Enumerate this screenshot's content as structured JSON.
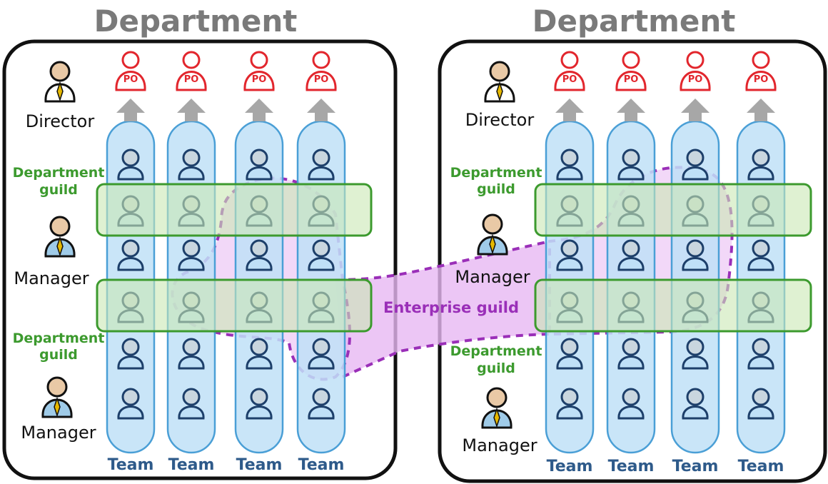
{
  "departments": [
    {
      "title": "Department",
      "director_label": "Director",
      "po_labels": [
        "PO",
        "PO",
        "PO",
        "PO"
      ],
      "guild_labels": [
        {
          "line1": "Department",
          "line2": "guild"
        },
        {
          "line1": "Department",
          "line2": "guild"
        }
      ],
      "manager_labels": [
        "Manager",
        "Manager"
      ],
      "team_labels": [
        "Team",
        "Team",
        "Team",
        "Team"
      ]
    },
    {
      "title": "Department",
      "director_label": "Director",
      "po_labels": [
        "PO",
        "PO",
        "PO",
        "PO"
      ],
      "guild_labels": [
        {
          "line1": "Department",
          "line2": "guild"
        },
        {
          "line1": "Department",
          "line2": "guild"
        }
      ],
      "manager_labels": [
        "Manager",
        "Manager"
      ],
      "team_labels": [
        "Team",
        "Team",
        "Team",
        "Team"
      ]
    }
  ],
  "enterprise_guild_label": "Enterprise guild",
  "colors": {
    "frame": "#111111",
    "title": "#7a7a7a",
    "po_red": "#e2262d",
    "team_fill": "#bfe0f7",
    "team_stroke": "#4a9fd6",
    "team_label": "#2e5a8a",
    "guild_green": "#3c9a2e",
    "guild_fill": "#c9e8b4",
    "enterprise_purple": "#9a2fb8",
    "enterprise_fill": "#e7b8f2",
    "arrow_gray": "#a7a7a7",
    "person_head": "#e9c9a6",
    "person_body": "#9fcbe8"
  }
}
